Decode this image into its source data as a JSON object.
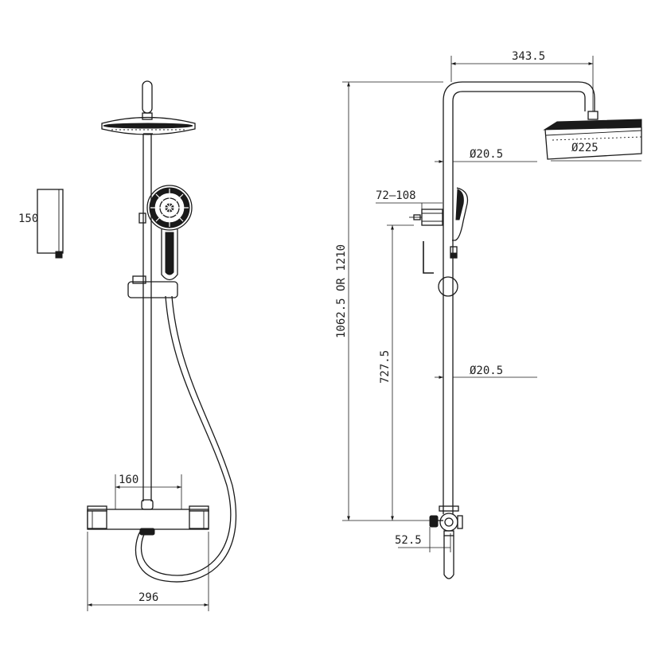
{
  "colors": {
    "line": "#1a1a1a",
    "background": "#ffffff"
  },
  "dimensions": {
    "wall_bracket_height": "150",
    "valve_centers": "160",
    "valve_width": "296",
    "arm_projection": "343.5",
    "upper_pipe_diameter": "Ø20.5",
    "head_diameter": "Ø225",
    "slider_range": "72–108",
    "overall_height": "1062.5 OR 1210",
    "slider_height": "727.5",
    "lower_pipe_diameter": "Ø20.5",
    "valve_offset": "52.5"
  }
}
